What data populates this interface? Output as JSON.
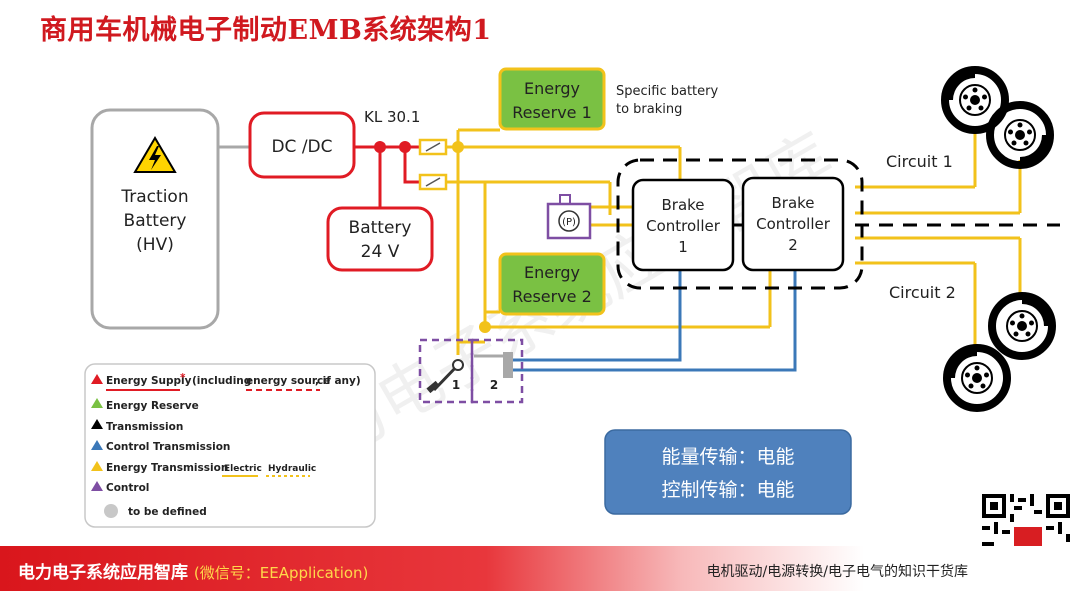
{
  "title": "商用车机械电子制动EMB系统架构1",
  "blocks": {
    "traction_battery": [
      "Traction",
      "Battery",
      "(HV)"
    ],
    "dcdc": "DC /DC",
    "battery24": [
      "Battery",
      "24 V"
    ],
    "kl30": "KL 30.1",
    "energy_reserve_1": [
      "Energy",
      "Reserve 1"
    ],
    "energy_reserve_2": [
      "Energy",
      "Reserve 2"
    ],
    "specific_battery": [
      "Specific battery",
      "to braking"
    ],
    "brake_controller_1": [
      "Brake",
      "Controller",
      "1"
    ],
    "brake_controller_2": [
      "Brake",
      "Controller",
      "2"
    ],
    "circuit_1": "Circuit 1",
    "circuit_2": "Circuit 2",
    "parking": "(P)",
    "pedal_1": "1",
    "pedal_2": "2"
  },
  "legend": {
    "energy_supply": "Energy Supply",
    "energy_supply_star": "*",
    "energy_supply_note_pre": "(including ",
    "energy_supply_note_mid": "energy source",
    "energy_supply_note_post": ", if any)",
    "energy_reserve": "Energy Reserve",
    "transmission": "Transmission",
    "control_transmission": "Control Transmission",
    "energy_transmission": "Energy Transmission",
    "electric": "Electric",
    "hydraulic": "Hydraulic",
    "control": "Control",
    "to_be_defined": "to be defined"
  },
  "info_box": [
    "能量传输：电能",
    "控制传输：电能"
  ],
  "watermark": "电力电子系统应用智库",
  "footer": {
    "left": "电力电子系统应用智库",
    "wechat": "(微信号：EEApplication)",
    "right": "电机驱动/电源转换/电子电气的知识干货库"
  },
  "colors": {
    "red": "#e01b24",
    "yellow": "#f2c21b",
    "green": "#7ac143",
    "blue": "#3b78b8",
    "purple": "#7e4ea3",
    "gray": "#a8a8a8",
    "info_box": "#4f81bd"
  }
}
